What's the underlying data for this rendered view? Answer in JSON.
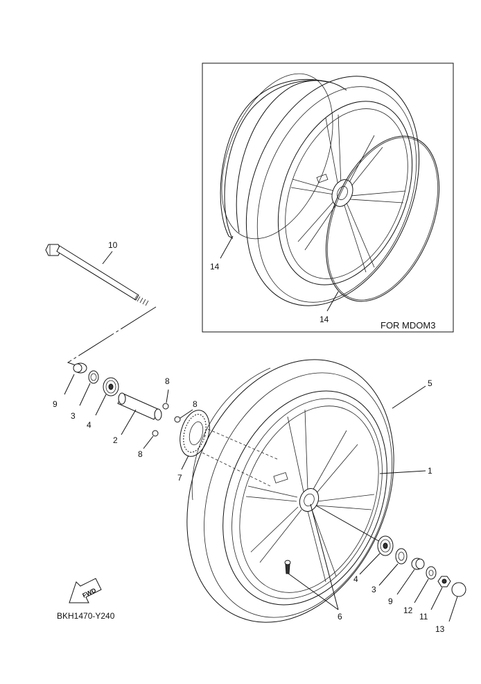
{
  "callouts": [
    "1",
    "2",
    "3",
    "3",
    "4",
    "4",
    "5",
    "6",
    "7",
    "8",
    "8",
    "8",
    "9",
    "9",
    "10",
    "11",
    "12",
    "13",
    "14",
    "14"
  ],
  "variant_note": "FOR MDOM3",
  "diagram_code": "BKH1470-Y240",
  "fwd_label": "FWD"
}
